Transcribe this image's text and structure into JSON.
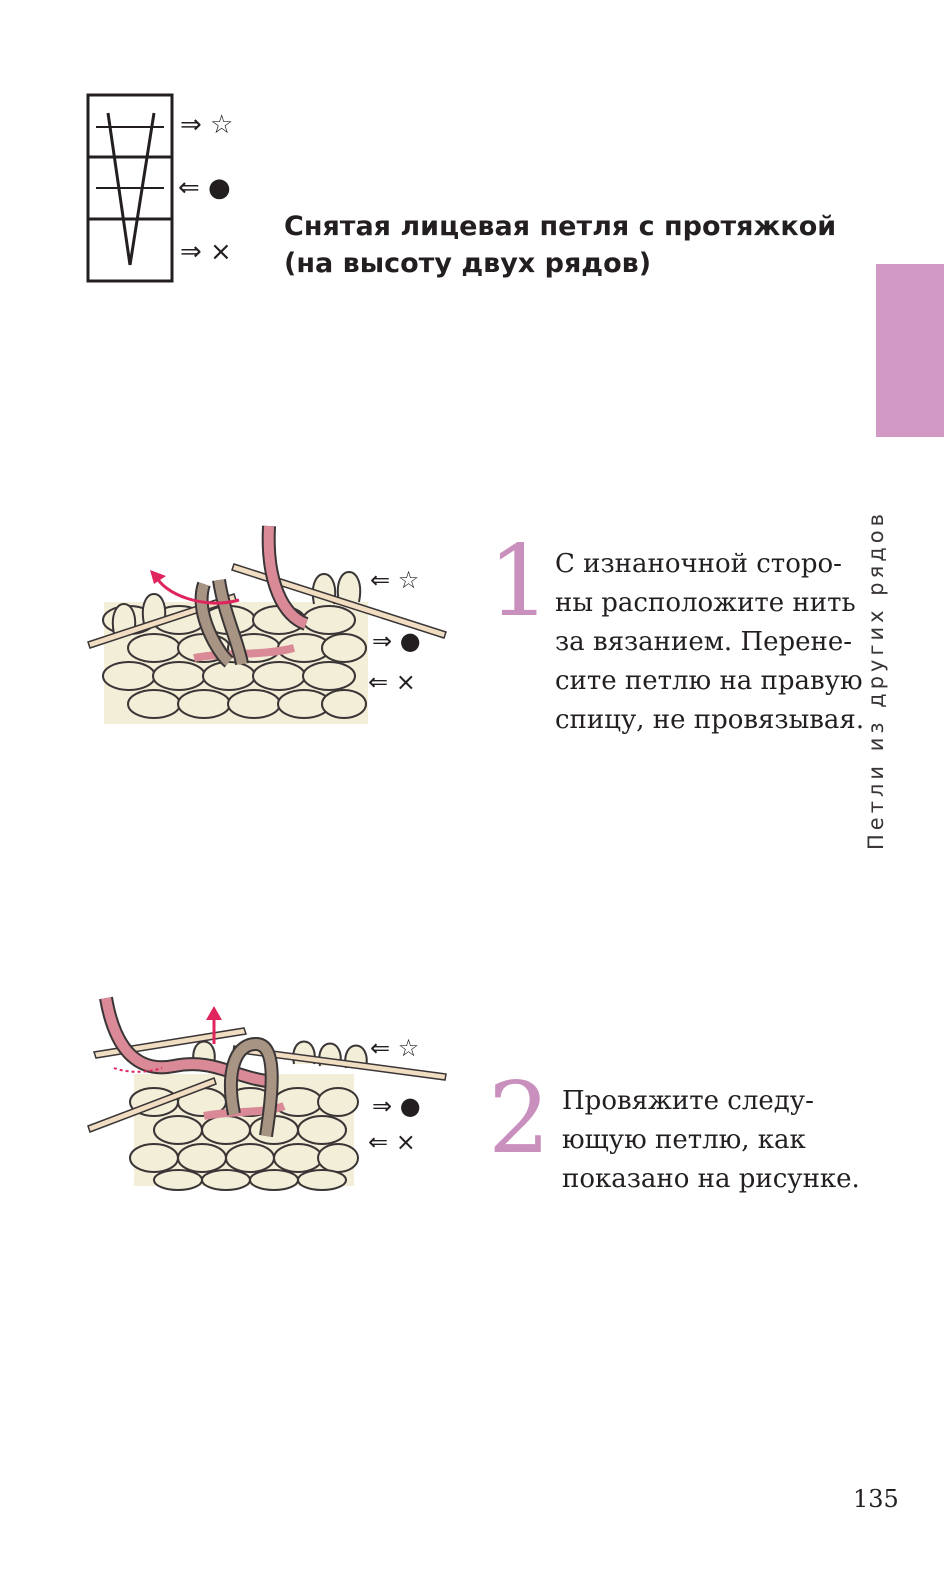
{
  "symbol_chart": {
    "row_markers": [
      "⇒ ☆",
      "⇐ ●",
      "⇒ ×"
    ]
  },
  "title": {
    "line1": "Снятая лицевая петля с протяжкой",
    "line2": "(на высоту двух рядов)"
  },
  "side_tab": {
    "label": "Петли из других рядов",
    "color": "#d199c4"
  },
  "steps": [
    {
      "number": "1",
      "lines": [
        "С изнаночной сторо-",
        "ны расположите нить",
        "за вязанием. Перене-",
        "сите петлю на правую",
        "спицу, не провязывая."
      ],
      "row_markers": [
        "⇐ ☆",
        "⇒ ●",
        "⇐ ×"
      ]
    },
    {
      "number": "2",
      "lines": [
        "Провяжите следу-",
        "ющую петлю, как",
        "показано на рисунке."
      ],
      "row_markers": [
        "⇐ ☆",
        "⇒ ●",
        "⇐ ×"
      ]
    }
  ],
  "colors": {
    "accent": "#c98fbd",
    "yarn_pink": "#d98a96",
    "yarn_brown": "#a89482",
    "knit_cream": "#f2eed7",
    "arrow_red": "#e0245e"
  },
  "page_number": "135"
}
